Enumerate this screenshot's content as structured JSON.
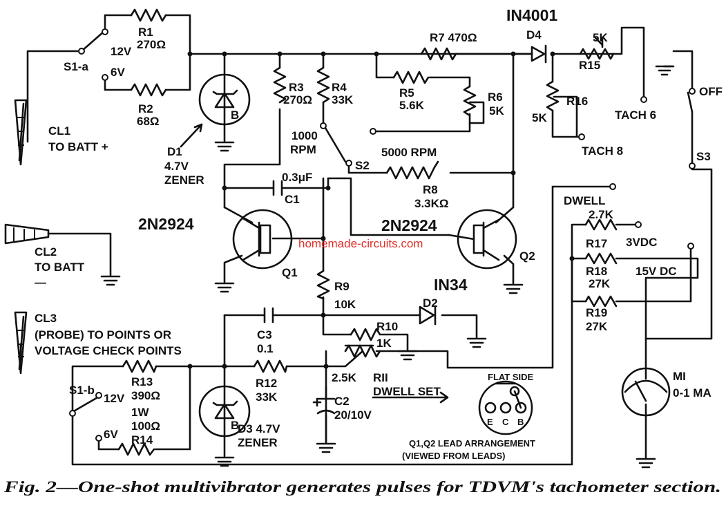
{
  "labels": {
    "r1_name": "R1",
    "r1_val": "270Ω",
    "r2_name": "R2",
    "r2_val": "68Ω",
    "s1a": "S1-a",
    "v12a": "12V",
    "v6a": "6V",
    "cl1_name": "CL1",
    "cl1_desc": "TO BATT +",
    "d1_name": "D1",
    "d1_v": "4.7V",
    "d1_type": "ZENER",
    "d1_b": "B",
    "r3_name": "R3",
    "r3_val": "270Ω",
    "r4_name": "R4",
    "r4_val": "33K",
    "rpm1000_a": "1000",
    "rpm1000_b": "RPM",
    "s2": "S2",
    "rpm5000": "5000 RPM",
    "r5_name": "R5",
    "r5_val": "5.6K",
    "r6_name": "R6",
    "r6_val": "5K",
    "r7": "R7 470Ω",
    "in4001": "IN4001",
    "d4": "D4",
    "r15_val": "5K",
    "r15_name": "R15",
    "r16_name": "R16",
    "r16_val": "5K",
    "tach6": "TACH 6",
    "tach8": "TACH 8",
    "off": "OFF",
    "s3": "S3",
    "c1_val": "0.3μF",
    "c1_name": "C1",
    "r8_name": "R8",
    "r8_val": "3.3KΩ",
    "q1_type": "2N2924",
    "q2_type": "2N2924",
    "q1_name": "Q1",
    "q2_name": "Q2",
    "dwell": "DWELL",
    "r17_val": "2.7K",
    "r17_name": "R17",
    "v3dc": "3VDC",
    "r18_name": "R18",
    "r18_val": "27K",
    "v15dc": "15V DC",
    "r19_name": "R19",
    "r19_val": "27K",
    "cl2_name": "CL2",
    "cl2_desc": "TO BATT",
    "cl2_sign": "—",
    "r9_name": "R9",
    "r9_val": "10K",
    "in34": "IN34",
    "d2": "D2",
    "cl3_a": "CL3",
    "cl3_b": "(PROBE) TO POINTS OR",
    "cl3_c": "VOLTAGE CHECK POINTS",
    "c3_name": "C3",
    "c3_val": "0.1",
    "r10_name": "R10",
    "r10_val": "1K",
    "s1b": "S1-b",
    "v12b": "12V",
    "v6b": "6V",
    "r13_name": "R13",
    "r13_val": "390Ω",
    "r14_w": "1W",
    "r14_val": "100Ω",
    "r14_name": "R14",
    "r12_name": "R12",
    "r12_val": "33K",
    "d3": "D3 4.7V",
    "d3_type": "ZENER",
    "d3_b": "B",
    "r11_val": "2.5K",
    "r11_name": "RII",
    "dwell_set": "DWELL SET",
    "c2_name": "C2",
    "c2_val": "20/10V",
    "flat_side": "FLAT SIDE",
    "pin_e": "E",
    "pin_c": "C",
    "pin_b": "B",
    "lead_arr": "Q1,Q2 LEAD ARRANGEMENT",
    "viewed": "(VIEWED FROM LEADS)",
    "m1_name": "MI",
    "m1_val": "0-1 MA"
  },
  "watermark": "homemade-circuits.com",
  "caption": "Fig. 2—One-shot multivibrator generates pulses for TDVM's tachometer section."
}
